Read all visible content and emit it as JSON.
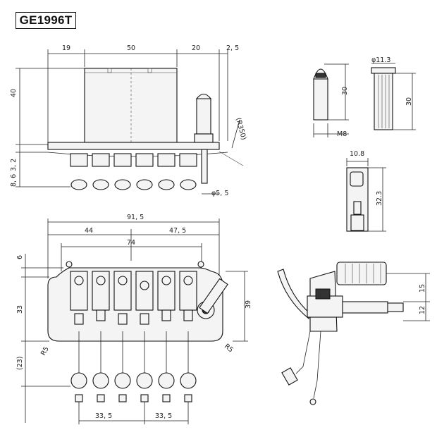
{
  "title": "GE1996T",
  "dims": {
    "top_19": "19",
    "top_50": "50",
    "top_20": "20",
    "top_2_5": "2, 5",
    "side_40": "40",
    "side_3_2": "3, 2",
    "side_8_6": "8, 6",
    "radius_r350": "(R350)",
    "phi_5_5": "φ5, 5",
    "arm_30": "30",
    "arm_m8": "M8",
    "tip_phi": "φ11.3",
    "tip_30": "30",
    "lock_10_8": "10.8",
    "lock_32_3": "32.3",
    "plan_91_5": "91, 5",
    "plan_44": "44",
    "plan_47_5": "47, 5",
    "plan_74": "74",
    "plan_6": "6",
    "plan_33": "33",
    "plan_39": "39",
    "plan_23": "(23)",
    "plan_r5_left": "R5",
    "plan_r5_right": "R5",
    "plan_33_5_left": "33, 5",
    "plan_33_5_right": "33, 5",
    "side2_15": "15",
    "side2_12": "12"
  }
}
